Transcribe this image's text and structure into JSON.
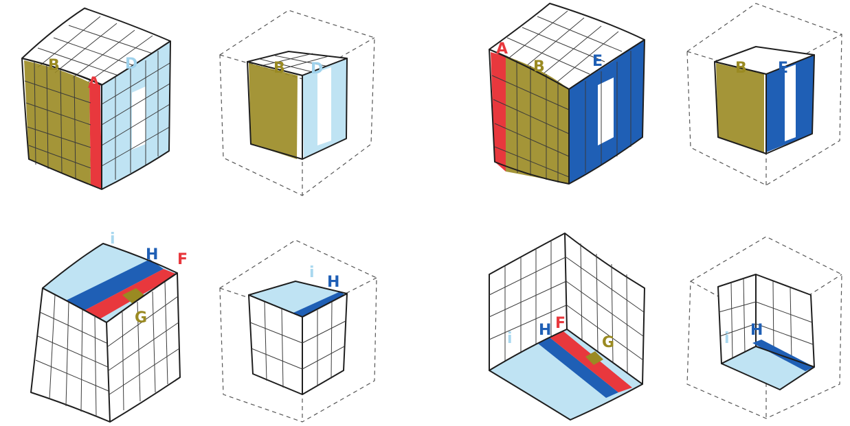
{
  "colors": {
    "A": "#e8383d",
    "B": "#9a8a22",
    "D": "#bfe3f3",
    "E": "#1f5fb5",
    "F": "#e8383d",
    "G": "#9a8a22",
    "H": "#1f5fb5",
    "i": "#a9d8ef"
  },
  "panels": {
    "top_left": {
      "big": {
        "A": "A",
        "B": "B",
        "D": "D"
      },
      "small": {
        "B": "B",
        "D": "D"
      }
    },
    "top_right": {
      "big": {
        "A": "A",
        "B": "B",
        "E": "E"
      },
      "small": {
        "B": "B",
        "E": "E"
      }
    },
    "bottom_left": {
      "big": {
        "i": "i",
        "H": "H",
        "F": "F",
        "G": "G"
      },
      "small": {
        "i": "i",
        "H": "H"
      }
    },
    "bottom_right": {
      "big": {
        "i": "i",
        "H": "H",
        "F": "F",
        "G": "G"
      },
      "small": {
        "i": "i",
        "H": "H"
      }
    }
  }
}
